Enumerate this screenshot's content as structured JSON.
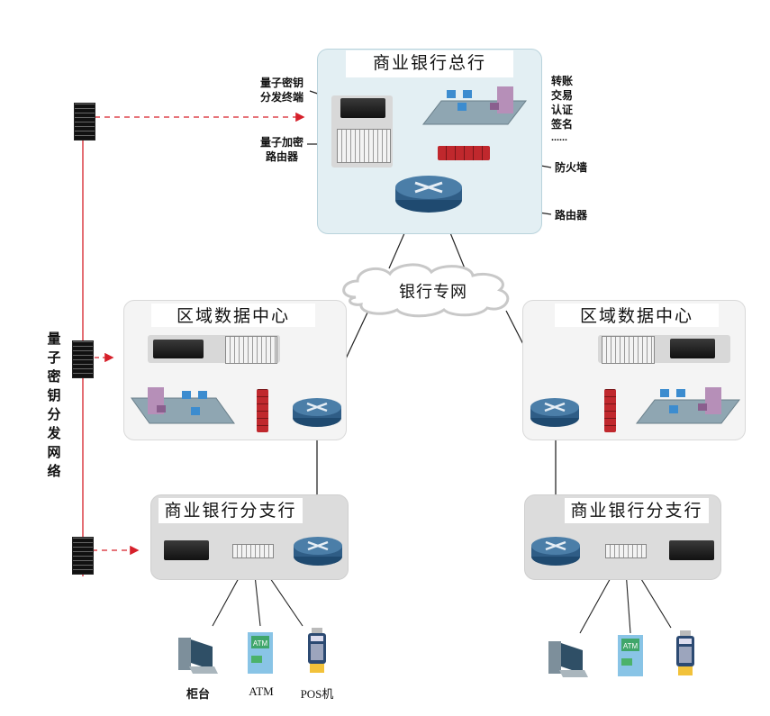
{
  "headquarters": {
    "title": "商业银行总行",
    "qkd_terminal_label_line1": "量子密钥",
    "qkd_terminal_label_line2": "分发终端",
    "quantum_router_label_line1": "量子加密",
    "quantum_router_label_line2": "路由器",
    "firewall_label": "防火墙",
    "router_label": "路由器",
    "services": [
      "转账",
      "交易",
      "认证",
      "签名",
      "……"
    ]
  },
  "bank_network": {
    "label": "银行专网"
  },
  "regional_centers": [
    {
      "title": "区域数据中心"
    },
    {
      "title": "区域数据中心"
    }
  ],
  "branches": [
    {
      "title": "商业银行分支行",
      "devices": [
        "柜台",
        "ATM",
        "POS机"
      ]
    },
    {
      "title": "商业银行分支行"
    }
  ],
  "qkd_network": {
    "label_chars": [
      "量",
      "子",
      "密",
      "钥",
      "分",
      "发",
      "网",
      "络"
    ]
  },
  "colors": {
    "qkd_line": "#d6202a",
    "router": "#2f5d86",
    "firewall": "#c0282d",
    "hq_panel": "#e3eff3"
  }
}
